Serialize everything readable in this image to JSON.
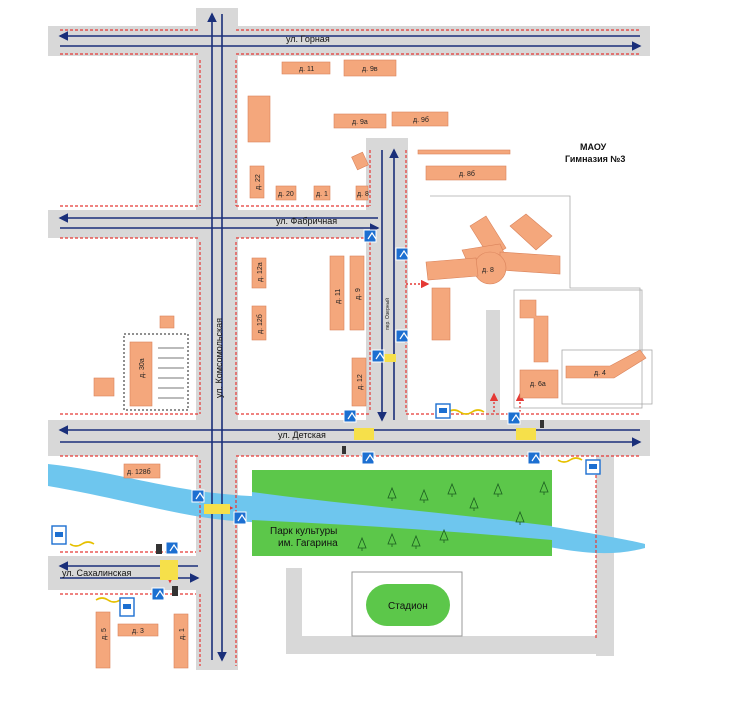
{
  "school": {
    "line1": "МАОУ",
    "line2": "Гимназия №3"
  },
  "streets": {
    "gornaya": "ул. Горная",
    "fabrichnaya": "ул. Фабричная",
    "detskaya": "ул. Детская",
    "sakhalinskaya": "ул. Сахалинская",
    "komsomolskaya": "ул. Комсомольская",
    "ozerny": "пер. Озерный"
  },
  "park": {
    "line1": "Парк культуры",
    "line2": "им. Гагарина"
  },
  "stadium": "Стадион",
  "buildings": {
    "d11a": "д. 11",
    "d9v_top": "д. 9в",
    "d9a": "д. 9а",
    "d9b": "д. 9б",
    "d8v": "д. 8б",
    "d22": "д. 22",
    "d20": "д. 20",
    "d1a": "д. 1",
    "d8small": "д. 8",
    "d8": "д. 8",
    "d12a": "д. 12а",
    "d11b": "д. 11",
    "d9": "д. 9",
    "d12b": "д. 12б",
    "d12": "д. 12",
    "d30a": "д. 30а",
    "d6a": "д. 6а",
    "d4": "д. 4",
    "d128b": "д. 128б",
    "d5": "д. 5",
    "d3": "д. 3",
    "d1b": "д. 1"
  },
  "colors": {
    "road": "#d8d8d8",
    "lane": "#1a2f7a",
    "curb": "#e53935",
    "park": "#5cc74a",
    "river": "#6ec6ee",
    "building": "#f4a77c"
  }
}
